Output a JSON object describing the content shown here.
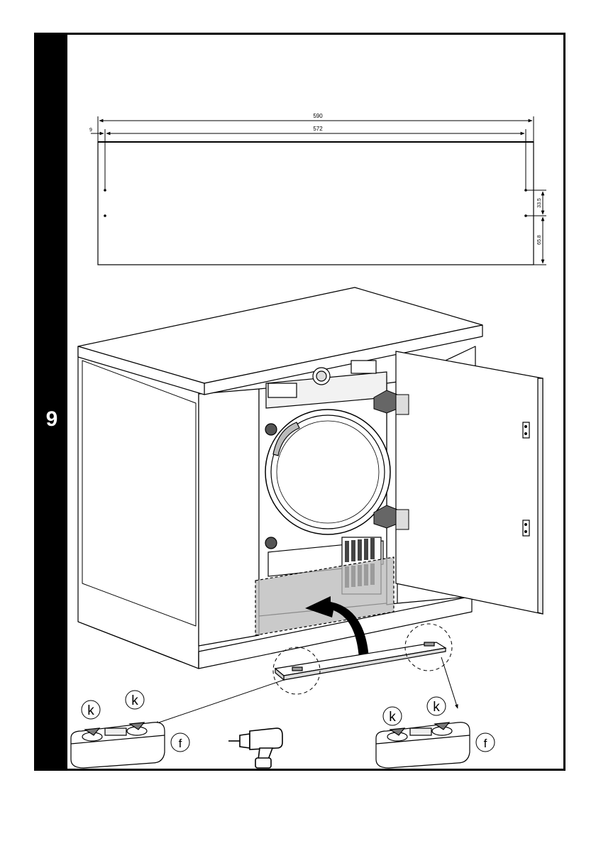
{
  "step": {
    "number": "9"
  },
  "dimensions": {
    "overall_width": "590",
    "hole_spacing": "572",
    "edge_offset": "9",
    "upper_offset": "33.5",
    "lower_offset": "65.8"
  },
  "parts": {
    "screw_label": "k",
    "plinth_label": "f"
  },
  "colors": {
    "line": "#000000",
    "shade": "#b8b8b8",
    "panel_fill": "#ffffff",
    "banner": "#000000"
  },
  "icons": {
    "tool": "drill-icon",
    "arrow": "curved-arrow-icon"
  }
}
